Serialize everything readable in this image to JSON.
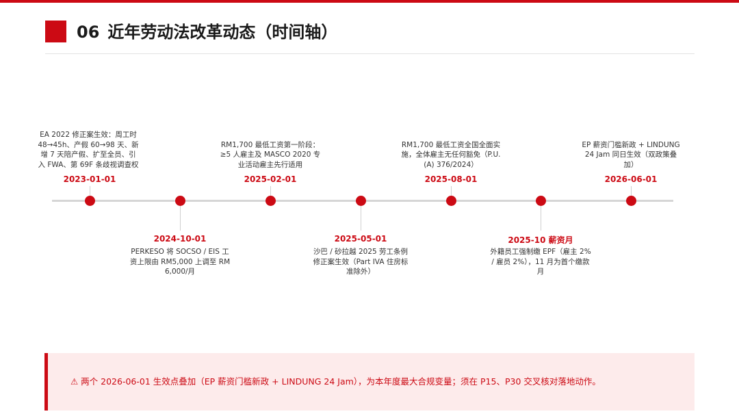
{
  "header": {
    "number": "06",
    "title": "近年劳动法改革动态（时间轴）"
  },
  "timeline": [
    {
      "date": "2023-01-01",
      "position": "above",
      "description": "EA 2022 修正案生效：周工时 48→45h、产假 60→98 天、新增 7 天陪产假、扩至全员、引入 FWA、第 69F 条歧视调查权"
    },
    {
      "date": "2024-10-01",
      "position": "below",
      "description": "PERKESO 将 SOCSO / EIS 工资上限由 RM5,000 上调至 RM6,000/月"
    },
    {
      "date": "2025-02-01",
      "position": "above",
      "description": "RM1,700 最低工资第一阶段：≥5 人雇主及 MASCO 2020 专业活动雇主先行适用"
    },
    {
      "date": "2025-05-01",
      "position": "below",
      "description": "沙巴 / 砂拉越 2025 劳工条例修正案生效（Part IVA 住房标准除外）"
    },
    {
      "date": "2025-08-01",
      "position": "above",
      "description": "RM1,700 最低工资全国全面实施，全体雇主无任何豁免（P.U.(A) 376/2024）"
    },
    {
      "date": "2025-10 薪资月",
      "position": "below",
      "description": "外籍员工强制缴 EPF（雇主 2% / 雇员 2%），11 月为首个缴款月"
    },
    {
      "date": "2026-06-01",
      "position": "above",
      "description": "EP 薪资门槛新政 + LINDUNG 24 Jam 同日生效（双政策叠加）"
    }
  ],
  "note": {
    "icon": "warning-icon",
    "text": "⚠ 两个 2026-06-01 生效点叠加（EP 薪资门槛新政 + LINDUNG 24 Jam），为本年度最大合规变量；须在 P15、P30 交叉核对落地动作。"
  },
  "colors": {
    "accent": "#cc0a14",
    "axis": "#d6d6d6",
    "note_background": "#fdebeb"
  }
}
